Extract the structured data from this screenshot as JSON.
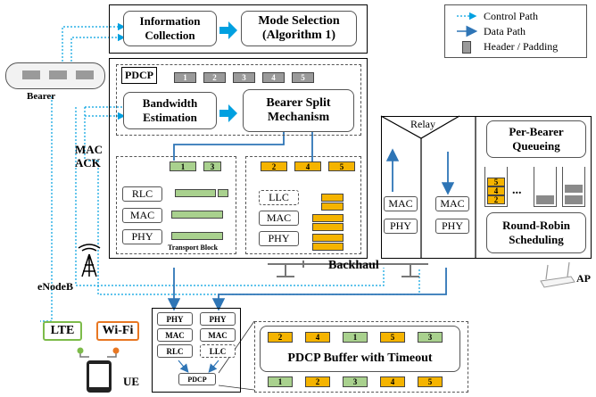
{
  "legend": {
    "control_path": "Control Path",
    "data_path": "Data Path",
    "header_padding": "Header / Padding"
  },
  "enodeb": {
    "label": "eNodeB",
    "info_collection": "Information Collection",
    "mode_selection": "Mode Selection (Algorithm 1)",
    "pdcp": "PDCP",
    "pdcp_segments": [
      "1",
      "2",
      "3",
      "4",
      "5"
    ],
    "bandwidth_estimation": "Bandwidth Estimation",
    "bearer_split": "Bearer Split Mechanism",
    "lte_stack": [
      "RLC",
      "MAC",
      "PHY"
    ],
    "lte_segments": [
      "1",
      "3"
    ],
    "transport_block": "Transport Block",
    "wifi_stack": [
      "LLC",
      "MAC",
      "PHY"
    ],
    "wifi_segments": [
      "2",
      "4",
      "5"
    ]
  },
  "bearer": "Bearer",
  "mac_ack": "MAC ACK",
  "backhaul": "Backhaul",
  "ap": {
    "label": "AP",
    "relay": "Relay",
    "relay_left_stack": [
      "MAC",
      "PHY"
    ],
    "relay_right_stack": [
      "MAC",
      "PHY"
    ],
    "per_bearer_queueing": "Per-Bearer Queueing",
    "queue_segments": [
      "5",
      "4",
      "2"
    ],
    "ellipsis": "...",
    "round_robin": "Round-Robin Scheduling"
  },
  "ue": {
    "label": "UE",
    "lte": "LTE",
    "wifi": "Wi-Fi",
    "lte_stack": [
      "PHY",
      "MAC",
      "RLC"
    ],
    "wifi_stack": [
      "PHY",
      "MAC",
      "LLC"
    ],
    "pdcp": "PDCP",
    "buffer_title": "PDCP Buffer with Timeout",
    "buffer_top": [
      "2",
      "4",
      "1",
      "5",
      "3"
    ],
    "buffer_bottom": [
      "1",
      "2",
      "3",
      "4",
      "5"
    ]
  },
  "colors": {
    "lte_green": "#a9d18e",
    "wifi_orange": "#f5b400",
    "data_blue": "#2e75b6",
    "control_cyan": "#00a0e0"
  }
}
